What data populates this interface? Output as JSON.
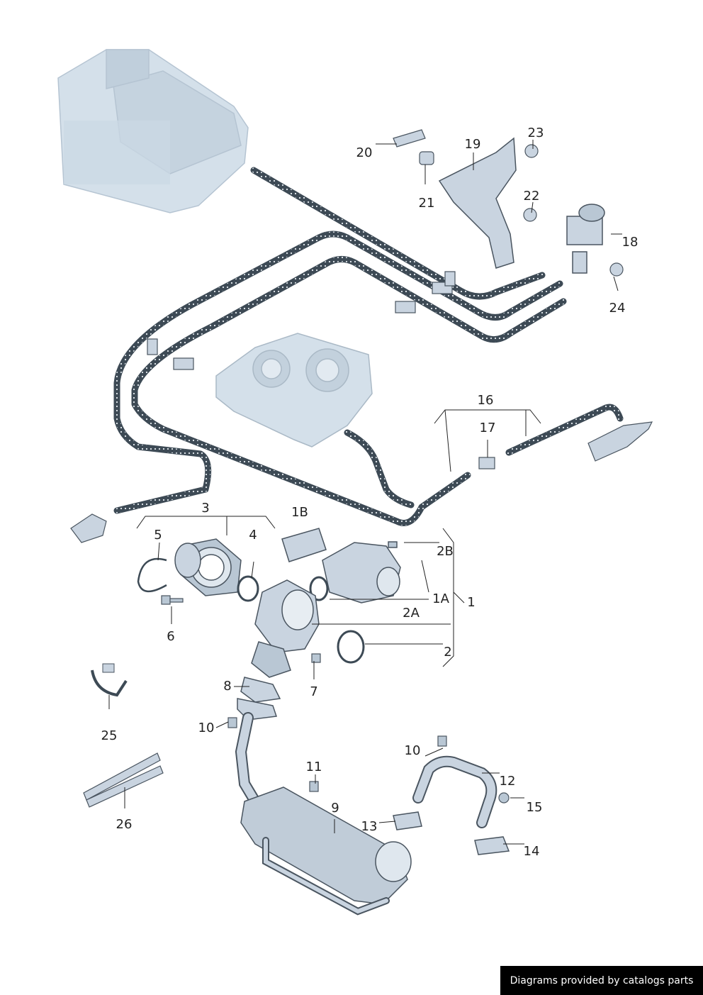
{
  "diagram": {
    "callouts": [
      "1",
      "1A",
      "1B",
      "2",
      "2A",
      "2B",
      "3",
      "4",
      "5",
      "6",
      "7",
      "8",
      "9",
      "10",
      "10",
      "11",
      "12",
      "13",
      "14",
      "15",
      "16",
      "17",
      "18",
      "19",
      "20",
      "21",
      "22",
      "23",
      "24",
      "25",
      "26"
    ]
  },
  "footer": {
    "credit_text": "Diagrams provided by catalogs parts"
  },
  "colors": {
    "part_fill": "#c9d4e0",
    "part_stroke": "#4a5560",
    "hose": "#3d4a55",
    "background_part": "#d4e0ea"
  }
}
